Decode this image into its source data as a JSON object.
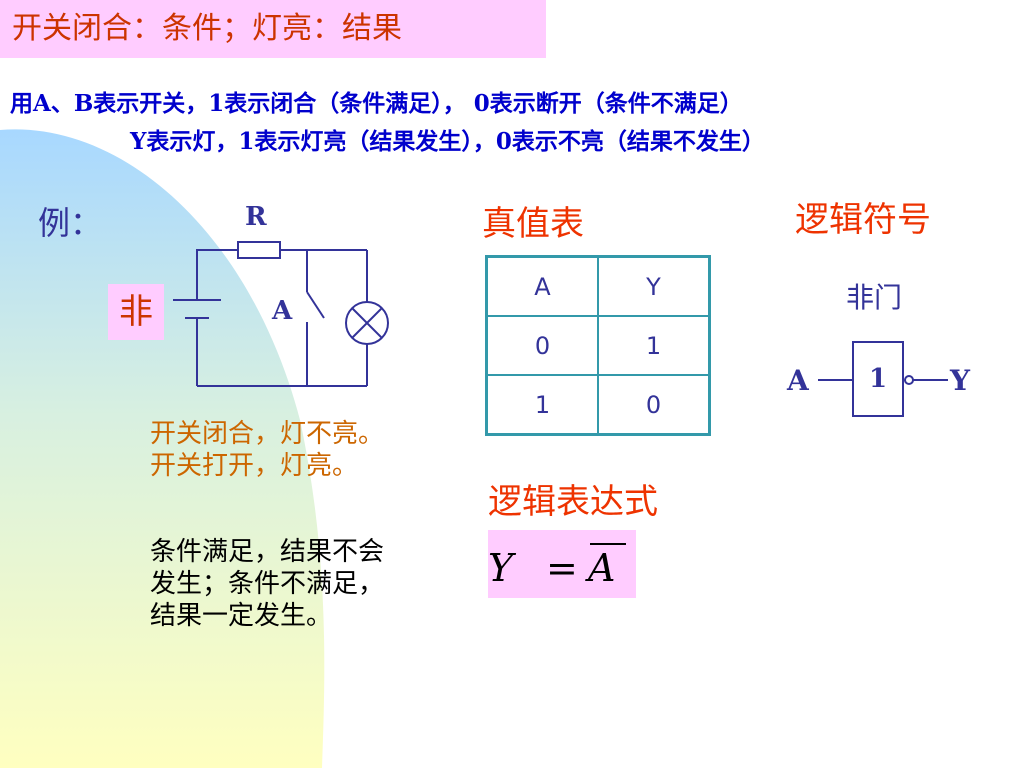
{
  "title": "开关闭合：条件；灯亮：结果",
  "intro": {
    "line1": "用A、B表示开关，1表示闭合（条件满足）， 0表示断开（条件不满足）",
    "line2": "Y表示灯，1表示灯亮（结果发生），0表示不亮（结果不发生）"
  },
  "example": {
    "label": "例：",
    "badge": "非",
    "resistor_label": "R",
    "switch_label": "A"
  },
  "description": {
    "part1": "开关闭合，灯不亮。开关打开，灯亮。",
    "part2": "条件满足，结果不会发生；条件不满足，结果一定发生。"
  },
  "truth_table": {
    "title": "真值表",
    "columns": [
      "A",
      "Y"
    ],
    "rows": [
      [
        "0",
        "1"
      ],
      [
        "1",
        "0"
      ]
    ]
  },
  "logic_symbol": {
    "title": "逻辑符号",
    "gate_name": "非门",
    "input": "A",
    "output": "Y",
    "gate_text": "1"
  },
  "expression": {
    "title": "逻辑表达式",
    "lhs": "Y",
    "eq": "=",
    "rhs": "A"
  },
  "colors": {
    "title_bg": "#ffccff",
    "title_text": "#cc3300",
    "intro_text": "#0000cc",
    "heading_red": "#ee3300",
    "table_border": "#3399aa",
    "circuit_line": "#333399"
  }
}
